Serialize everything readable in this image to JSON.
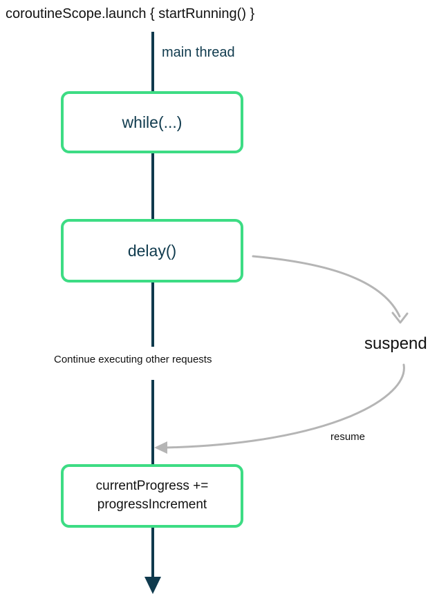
{
  "title": "coroutineScope.launch { startRunning() }",
  "thread_label": "main thread",
  "boxes": {
    "while_label": "while(...)",
    "delay_label": "delay()",
    "progress_label": "currentProgress +=\nprogressIncrement"
  },
  "annotations": {
    "continue_note": "Continue executing other requests",
    "suspend_label": "suspend",
    "resume_label": "resume"
  },
  "colors": {
    "navy": "#0f3a4d",
    "accent_green": "#3ddc84",
    "arrow_gray": "#b5b5b5",
    "text_black": "#111111"
  }
}
